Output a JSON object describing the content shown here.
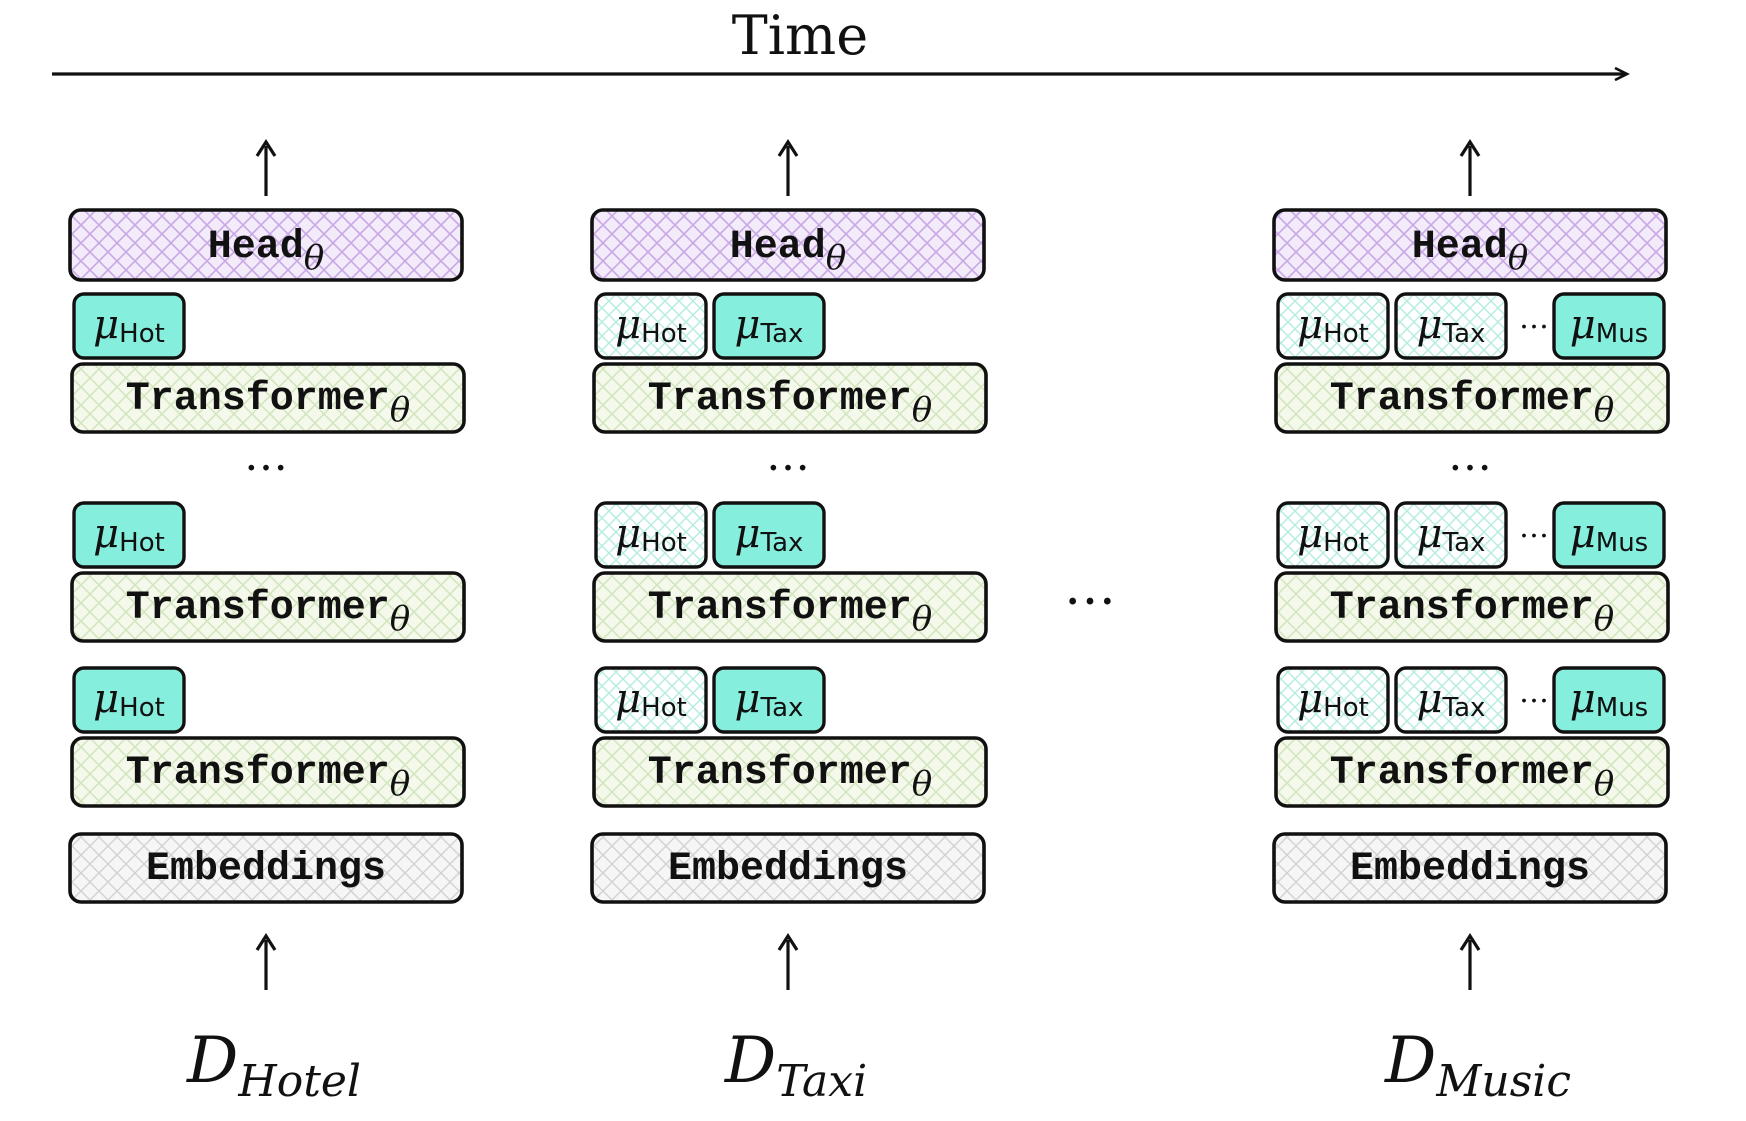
{
  "time_label": "Time",
  "ellipsis": "…",
  "layers": {
    "head": "Head",
    "transformer": "Transformer",
    "embeddings": "Embeddings",
    "theta": "θ",
    "mu": "μ"
  },
  "adapters": [
    "Hot",
    "Tax",
    "Mus"
  ],
  "datasets": [
    {
      "symbol": "D",
      "subscript": "Hotel"
    },
    {
      "symbol": "D",
      "subscript": "Taxi"
    },
    {
      "symbol": "D",
      "subscript": "Music"
    }
  ],
  "colors": {
    "head_fill": "#f3eafa",
    "head_hatch": "#c9a8e6",
    "transformer_fill": "#f5f9ec",
    "transformer_hatch": "#d4e6bf",
    "embeddings_fill": "#f6f6f6",
    "embeddings_hatch": "#d2d2d2",
    "adapter_active": "#86eedd",
    "adapter_frozen_hatch": "#b4ecdf",
    "stroke": "#111111"
  }
}
